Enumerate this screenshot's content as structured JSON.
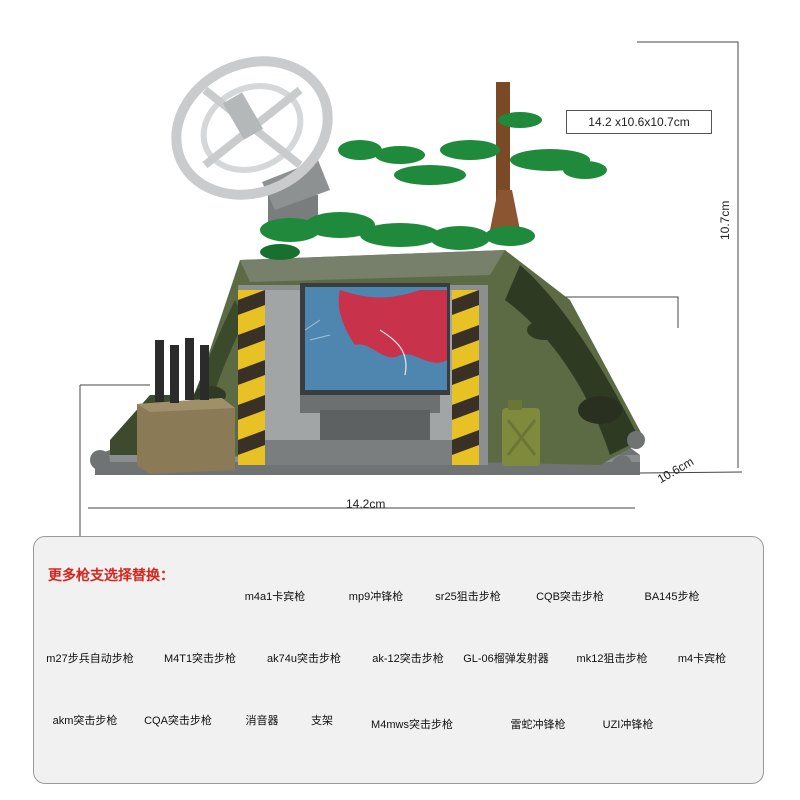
{
  "dimensions": {
    "box": "14.2 x10.6x10.7cm",
    "height": "10.7cm",
    "width": "14.2cm",
    "depth": "10.6cm"
  },
  "panel": {
    "title": "更多枪支选择替换：",
    "items": [
      "m4a1卡宾枪",
      "mp9冲锋枪",
      "sr25狙击步枪",
      "CQB突击步枪",
      "BA145步枪",
      "m27步兵自动步枪",
      "M4T1突击步枪",
      "ak74u突击步枪",
      "ak-12突击步枪",
      "GL-06榴弹发射器",
      "mk12狙击步枪",
      "m4卡宾枪",
      "akm突击步枪",
      "CQA突击步枪",
      "消音器",
      "支架",
      "M4mws突击步枪",
      "雷蛇冲锋枪",
      "UZI冲锋枪"
    ]
  },
  "colors": {
    "camo_green": "#5d6b45",
    "camo_dark": "#2f3a22",
    "leaf_green": "#1f8a3b",
    "wall_gray": "#8c8f90",
    "hazard_yellow": "#e8c224",
    "crate_tan": "#8a7a55",
    "screen_blue": "#4f86b0",
    "map_red": "#c8324a",
    "title_red": "#d8231c"
  }
}
